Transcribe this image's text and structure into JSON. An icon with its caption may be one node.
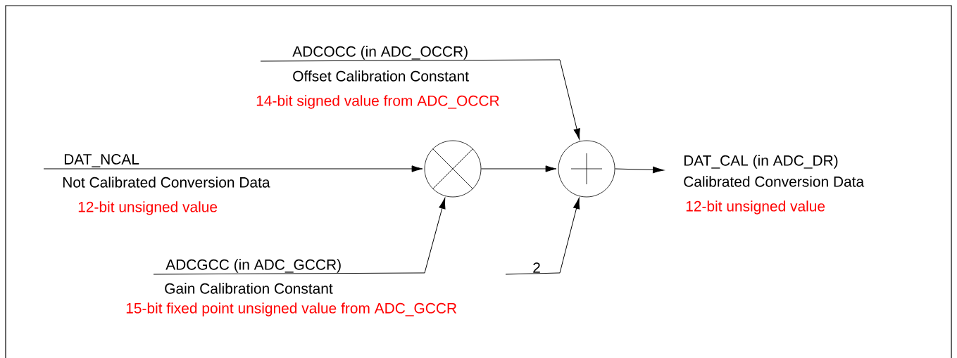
{
  "diagram": {
    "nodes": [
      {
        "text": [],
        "shape": "circle"
      },
      {
        "text": [],
        "shape": "circle"
      },
      {
        "text": [
          "DAT_NCAL"
        ],
        "beside": [
          "Not Calibrated Conversion Data",
          "12-bit unsigned value"
        ]
      },
      {
        "text": [
          "ADCOCC (in ADC_OCCR)"
        ],
        "beside": [
          "Offset Calibration Constant",
          "14-bit signed value from ADC_OCCR"
        ]
      },
      {
        "text": [
          "ADCGCC (in ADC_GCCR)"
        ],
        "beside": [
          "Gain Calibration Constant",
          "15-bit fixed point unsigned value from ADC_GCCR"
        ]
      },
      {
        "text": [
          "2"
        ]
      },
      {
        "text": [
          "DAT_CAL (in ADC_DR)"
        ],
        "beside": [
          "Calibrated Conversion Data",
          "12-bit unsigned value"
        ]
      }
    ],
    "edges": [
      {
        "from": 2,
        "to": 0,
        "arrow": "to"
      },
      {
        "from": 4,
        "to": 0,
        "arrow": "to"
      },
      {
        "from": 0,
        "to": 1,
        "arrow": "to"
      },
      {
        "from": 3,
        "to": 1,
        "arrow": "to"
      },
      {
        "from": 5,
        "to": 1,
        "arrow": "to"
      },
      {
        "from": 1,
        "to": 6,
        "arrow": "to"
      }
    ]
  }
}
